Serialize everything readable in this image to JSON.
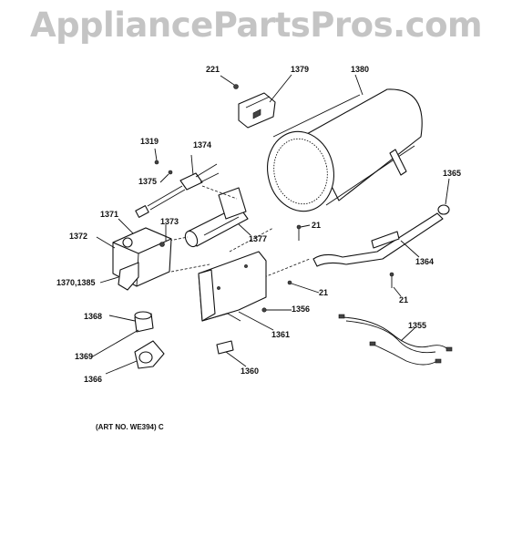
{
  "watermark": "AppliancePartsPros.com",
  "art_number": "(ART NO. WE394) C",
  "labels": {
    "p221": "221",
    "p1379": "1379",
    "p1380": "1380",
    "p1319": "1319",
    "p1374": "1374",
    "p1375": "1375",
    "p1365": "1365",
    "p21a": "21",
    "p1371": "1371",
    "p1373": "1373",
    "p1372": "1372",
    "p1377": "1377",
    "p1364": "1364",
    "p1370_1385": "1370,1385",
    "p21b": "21",
    "p21c": "21",
    "p1356": "1356",
    "p1368": "1368",
    "p1355": "1355",
    "p1361": "1361",
    "p1369": "1369",
    "p1360": "1360",
    "p1366": "1366"
  }
}
